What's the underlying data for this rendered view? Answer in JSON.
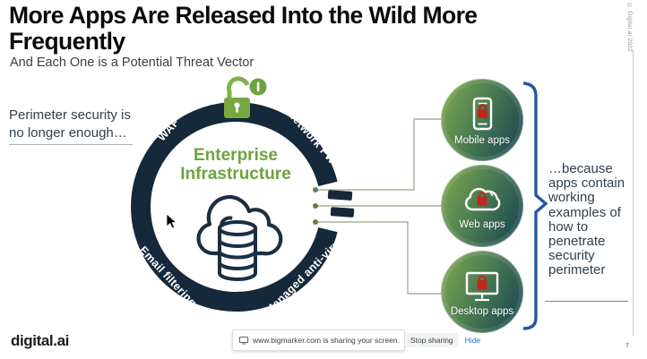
{
  "slide": {
    "title": "More Apps Are Released Into the Wild More Frequently",
    "subtitle": "And Each One is a Potential Threat Vector",
    "left_note": "Perimeter security is no longer enough…",
    "right_note": "…because apps contain working examples of how to penetrate security perimeter",
    "logo": "digital.ai",
    "copyright": "© Digital.ai 2022",
    "page_number": "7"
  },
  "diagram": {
    "center_title": "Enterprise Infrastructure",
    "ring_labels": [
      "WAF",
      "Network FW",
      "Email filtering",
      "Managed anti-virus"
    ],
    "apps": [
      {
        "label": "Mobile apps",
        "icon": "mobile-lock-icon"
      },
      {
        "label": "Web apps",
        "icon": "cloud-lock-icon"
      },
      {
        "label": "Desktop apps",
        "icon": "desktop-lock-icon"
      }
    ],
    "colors": {
      "ring_navy": "#16293b",
      "accent_green": "#6da33f",
      "badge_gradient_start": "#79a54e",
      "badge_gradient_end": "#17434f",
      "lock_red": "#c1271d",
      "bracket_blue": "#2356a7"
    }
  },
  "share_bar": {
    "message": "www.bigmarker.com is sharing your screen.",
    "stop_button": "Stop sharing",
    "hide_button": "Hide"
  }
}
